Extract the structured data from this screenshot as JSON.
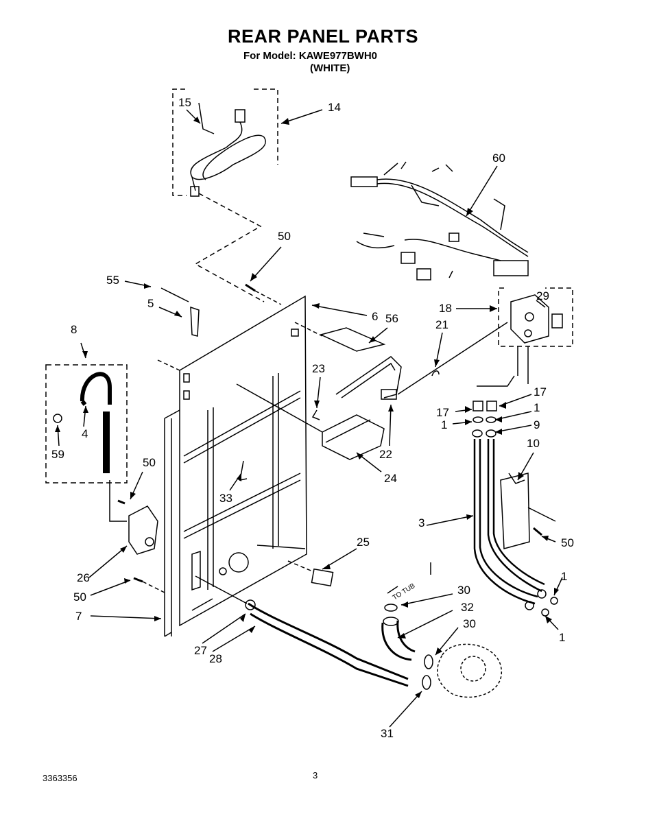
{
  "header": {
    "title": "REAR PANEL PARTS",
    "model_line": "For Model: KAWE977BWH0",
    "color_line": "(WHITE)"
  },
  "callouts": {
    "c15": "15",
    "c14": "14",
    "c60": "60",
    "c50a": "50",
    "c55": "55",
    "c5": "5",
    "c6": "6",
    "c56": "56",
    "c18": "18",
    "c29": "29",
    "c21": "21",
    "c8": "8",
    "c23": "23",
    "c4": "4",
    "c59": "59",
    "c17a": "17",
    "c17b": "17",
    "c1a": "1",
    "c1b": "1",
    "c9": "9",
    "c22": "22",
    "c24": "24",
    "c10": "10",
    "c50b": "50",
    "c33": "33",
    "c3": "3",
    "c50c": "50",
    "c25": "25",
    "c26": "26",
    "c50d": "50",
    "c1c": "1",
    "c30a": "30",
    "c32": "32",
    "c30b": "30",
    "c7": "7",
    "c27": "27",
    "c28": "28",
    "c1d": "1",
    "c31": "31"
  },
  "to_tub_label": "TO TUB",
  "footer": {
    "part_number": "3363356",
    "page_number": "3"
  }
}
